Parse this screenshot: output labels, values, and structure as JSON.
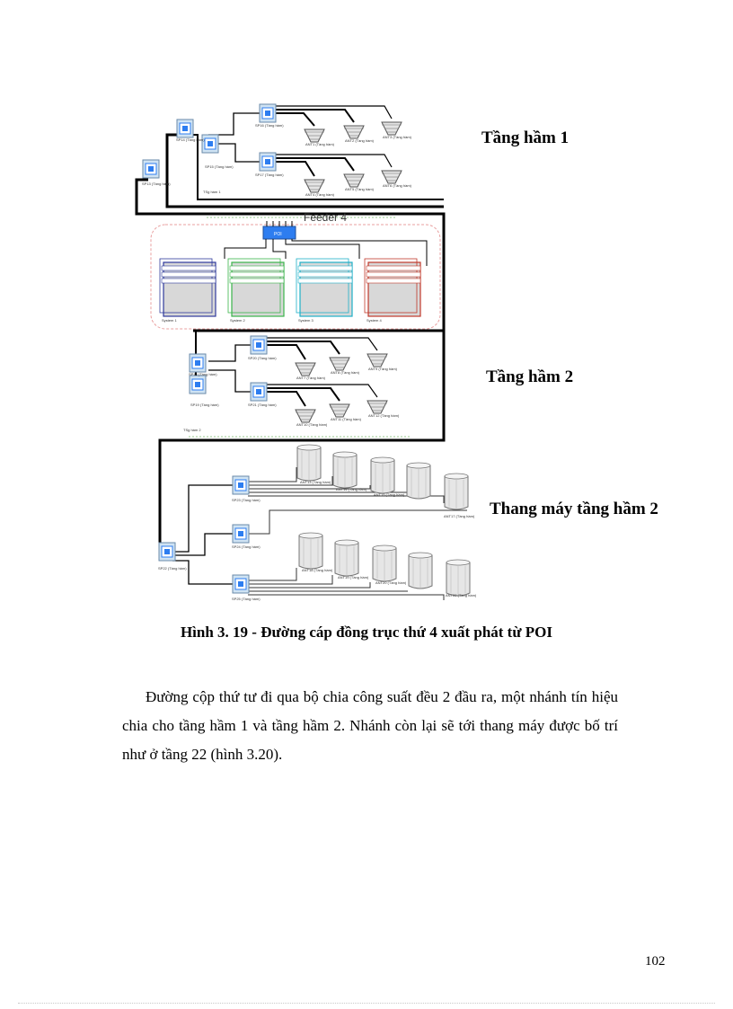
{
  "figure": {
    "labels": {
      "floor_b1": "Tầng hầm 1",
      "floor_b2": "Tầng hầm 2",
      "elevator_b2": "Thang máy tầng hầm 2",
      "feeder": "Feeder 4",
      "poi": "POI"
    },
    "caption": "Hình 3. 19 - Đường cáp đồng trục thứ 4 xuất phát từ POI"
  },
  "body": {
    "paragraph": "Đường cộp thứ tư đi qua bộ chia công suất đều 2 đầu ra, một nhánh tín hiệu chia cho tầng hầm 1 và tầng hầm 2. Nhánh còn lại sẽ tới thang máy được bố trí như ở tầng 22 (hình 3.20)."
  },
  "footer": {
    "page_number": "102"
  },
  "colors": {
    "cable": "#000000",
    "poi_box": "#2d7df0",
    "tower_blue": "#2e3a9c",
    "tower_green": "#39b54a",
    "tower_cyan": "#1fb0c8",
    "tower_red": "#c0392b",
    "dashed_region": "#e9a0a0"
  }
}
